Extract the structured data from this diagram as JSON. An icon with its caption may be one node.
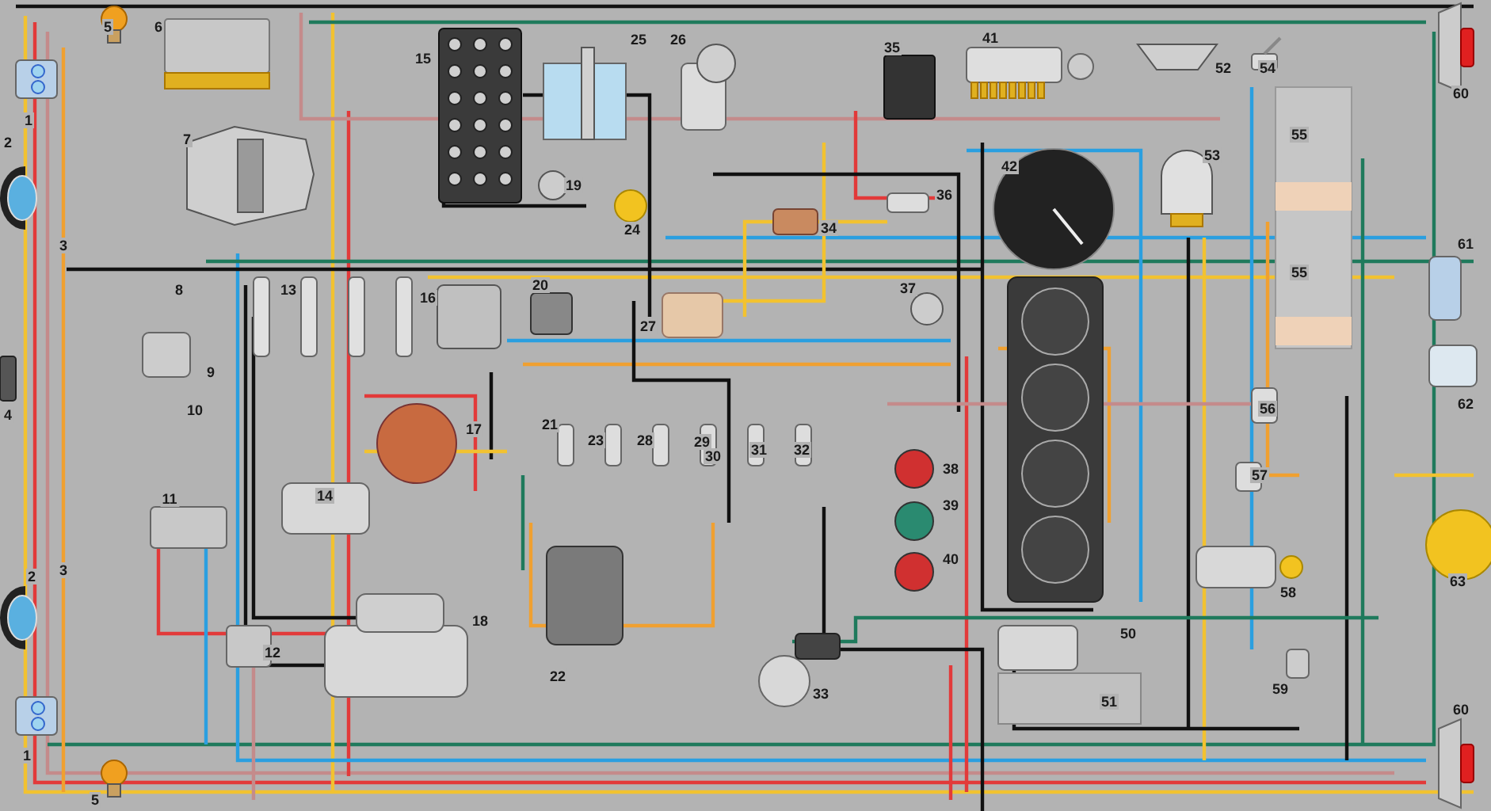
{
  "diagram": {
    "labels": [
      "5",
      "6",
      "41",
      "25",
      "26",
      "35",
      "15",
      "52",
      "54",
      "60",
      "1",
      "55",
      "7",
      "2",
      "53",
      "42",
      "19",
      "36",
      "24",
      "34",
      "3",
      "61",
      "55",
      "37",
      "20",
      "8",
      "13",
      "16",
      "27",
      "9",
      "62",
      "56",
      "10",
      "4",
      "21",
      "17",
      "23",
      "28",
      "29",
      "31",
      "32",
      "30",
      "38",
      "57",
      "14",
      "11",
      "39",
      "40",
      "3",
      "2",
      "63",
      "58",
      "18",
      "50",
      "12",
      "22",
      "33",
      "59",
      "51",
      "60",
      "1",
      "5"
    ]
  }
}
